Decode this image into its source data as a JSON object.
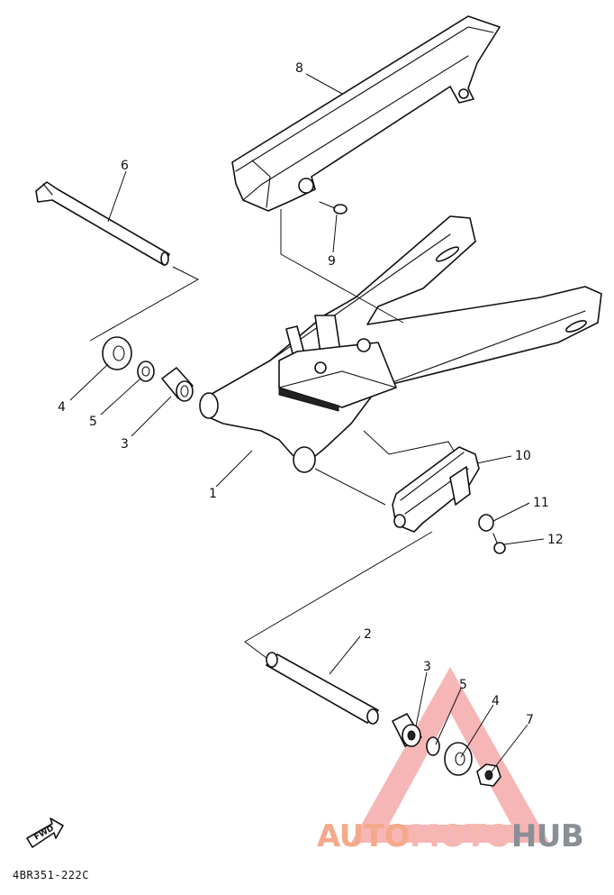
{
  "diagram": {
    "callouts": [
      {
        "id": "c8",
        "label": "8"
      },
      {
        "id": "c6",
        "label": "6"
      },
      {
        "id": "c9",
        "label": "9"
      },
      {
        "id": "c4a",
        "label": "4"
      },
      {
        "id": "c5a",
        "label": "5"
      },
      {
        "id": "c3a",
        "label": "3"
      },
      {
        "id": "c1",
        "label": "1"
      },
      {
        "id": "c10",
        "label": "10"
      },
      {
        "id": "c11",
        "label": "11"
      },
      {
        "id": "c12",
        "label": "12"
      },
      {
        "id": "c2",
        "label": "2"
      },
      {
        "id": "c3b",
        "label": "3"
      },
      {
        "id": "c5b",
        "label": "5"
      },
      {
        "id": "c4b",
        "label": "4"
      },
      {
        "id": "c7",
        "label": "7"
      }
    ],
    "fwd_label": "FWD",
    "figure_code": "4BR351-222C"
  },
  "watermark": {
    "part_a": "AUTO",
    "part_b": "MOTO",
    "part_c": "HUB",
    "colors": {
      "auto": "#f4a98a",
      "moto": "#f5b7b0",
      "hub": "#8a8f96",
      "triangle": "#f08080"
    }
  }
}
